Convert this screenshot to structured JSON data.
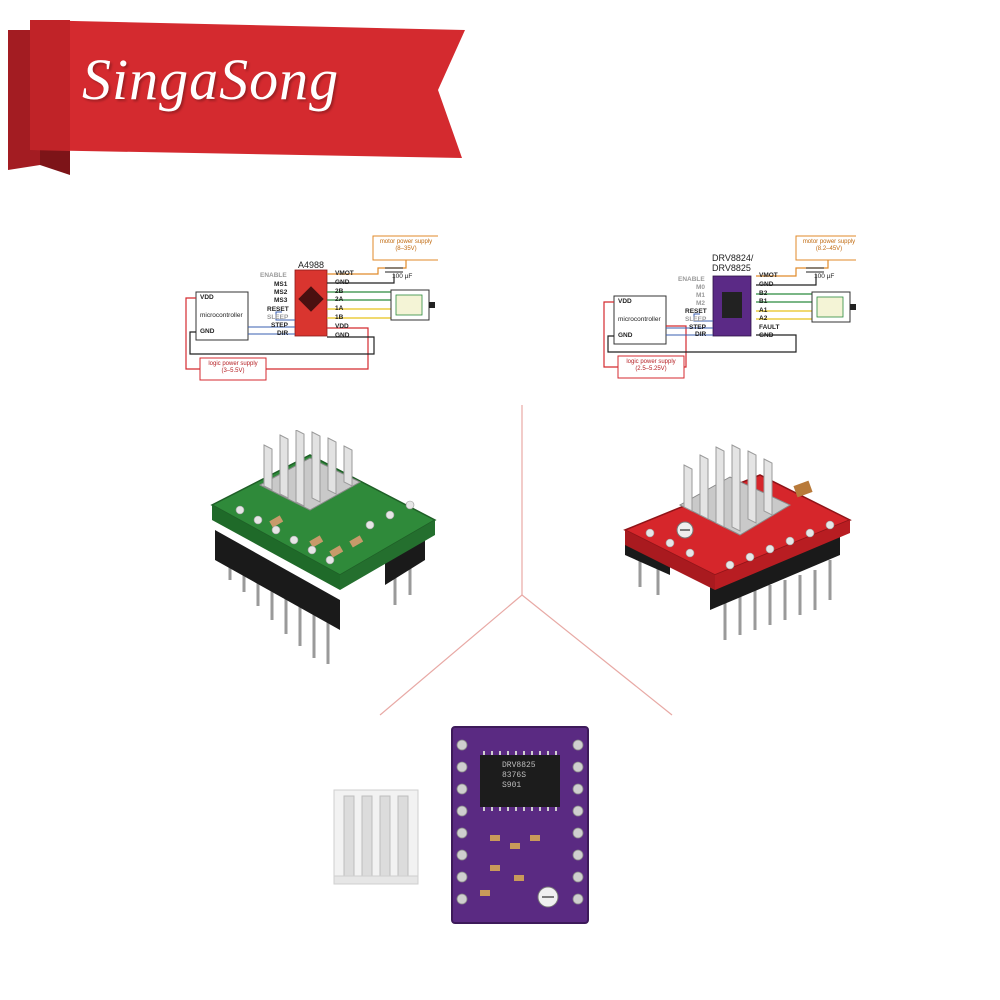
{
  "brand": {
    "name": "SingaSong",
    "banner_color": "#d42a2f",
    "banner_shadow": "#a31c22"
  },
  "diagram_a4988": {
    "chip_label": "A4988",
    "chip_color": "#d9352f",
    "left_pins": [
      "ENABLE",
      "MS1",
      "MS2",
      "MS3",
      "RESET",
      "SLEEP",
      "STEP",
      "DIR"
    ],
    "right_pins": [
      "VMOT",
      "GND",
      "2B",
      "2A",
      "1A",
      "1B",
      "VDD",
      "GND"
    ],
    "mcu_pins": [
      "VDD",
      "microcontroller",
      "GND"
    ],
    "motor_supply": [
      "motor power supply",
      "(8–35V)"
    ],
    "logic_supply": [
      "logic power supply",
      "(3–5.5V)"
    ],
    "capacitor": "100 µF"
  },
  "diagram_drv8825": {
    "chip_label_line1": "DRV8824/",
    "chip_label_line2": "DRV8825",
    "chip_color": "#5b2a86",
    "left_pins": [
      "ENABLE",
      "M0",
      "M1",
      "M2",
      "RESET",
      "SLEEP",
      "STEP",
      "DIR"
    ],
    "right_pins": [
      "VMOT",
      "GND",
      "B2",
      "B1",
      "A1",
      "A2",
      "FAULT",
      "GND"
    ],
    "mcu_pins": [
      "VDD",
      "microcontroller",
      "GND"
    ],
    "motor_supply": [
      "motor power supply",
      "(8.2–45V)"
    ],
    "logic_supply": [
      "logic power supply",
      "(2.5–5.25V)"
    ],
    "capacitor": "100 µF"
  },
  "products": {
    "green_board": "#2f8a3a",
    "red_board": "#d6262b",
    "purple_board": "#5a2a82",
    "heatsink": "#d8d8d8",
    "chip_marking": [
      "DRV8825",
      "8376S",
      "S901"
    ]
  },
  "divider_color": "#e8a9a5",
  "icons": [
    "ribbon-banner-icon",
    "stepper-motor-icon",
    "heatsink-icon",
    "capacitor-icon",
    "potentiometer-icon"
  ]
}
